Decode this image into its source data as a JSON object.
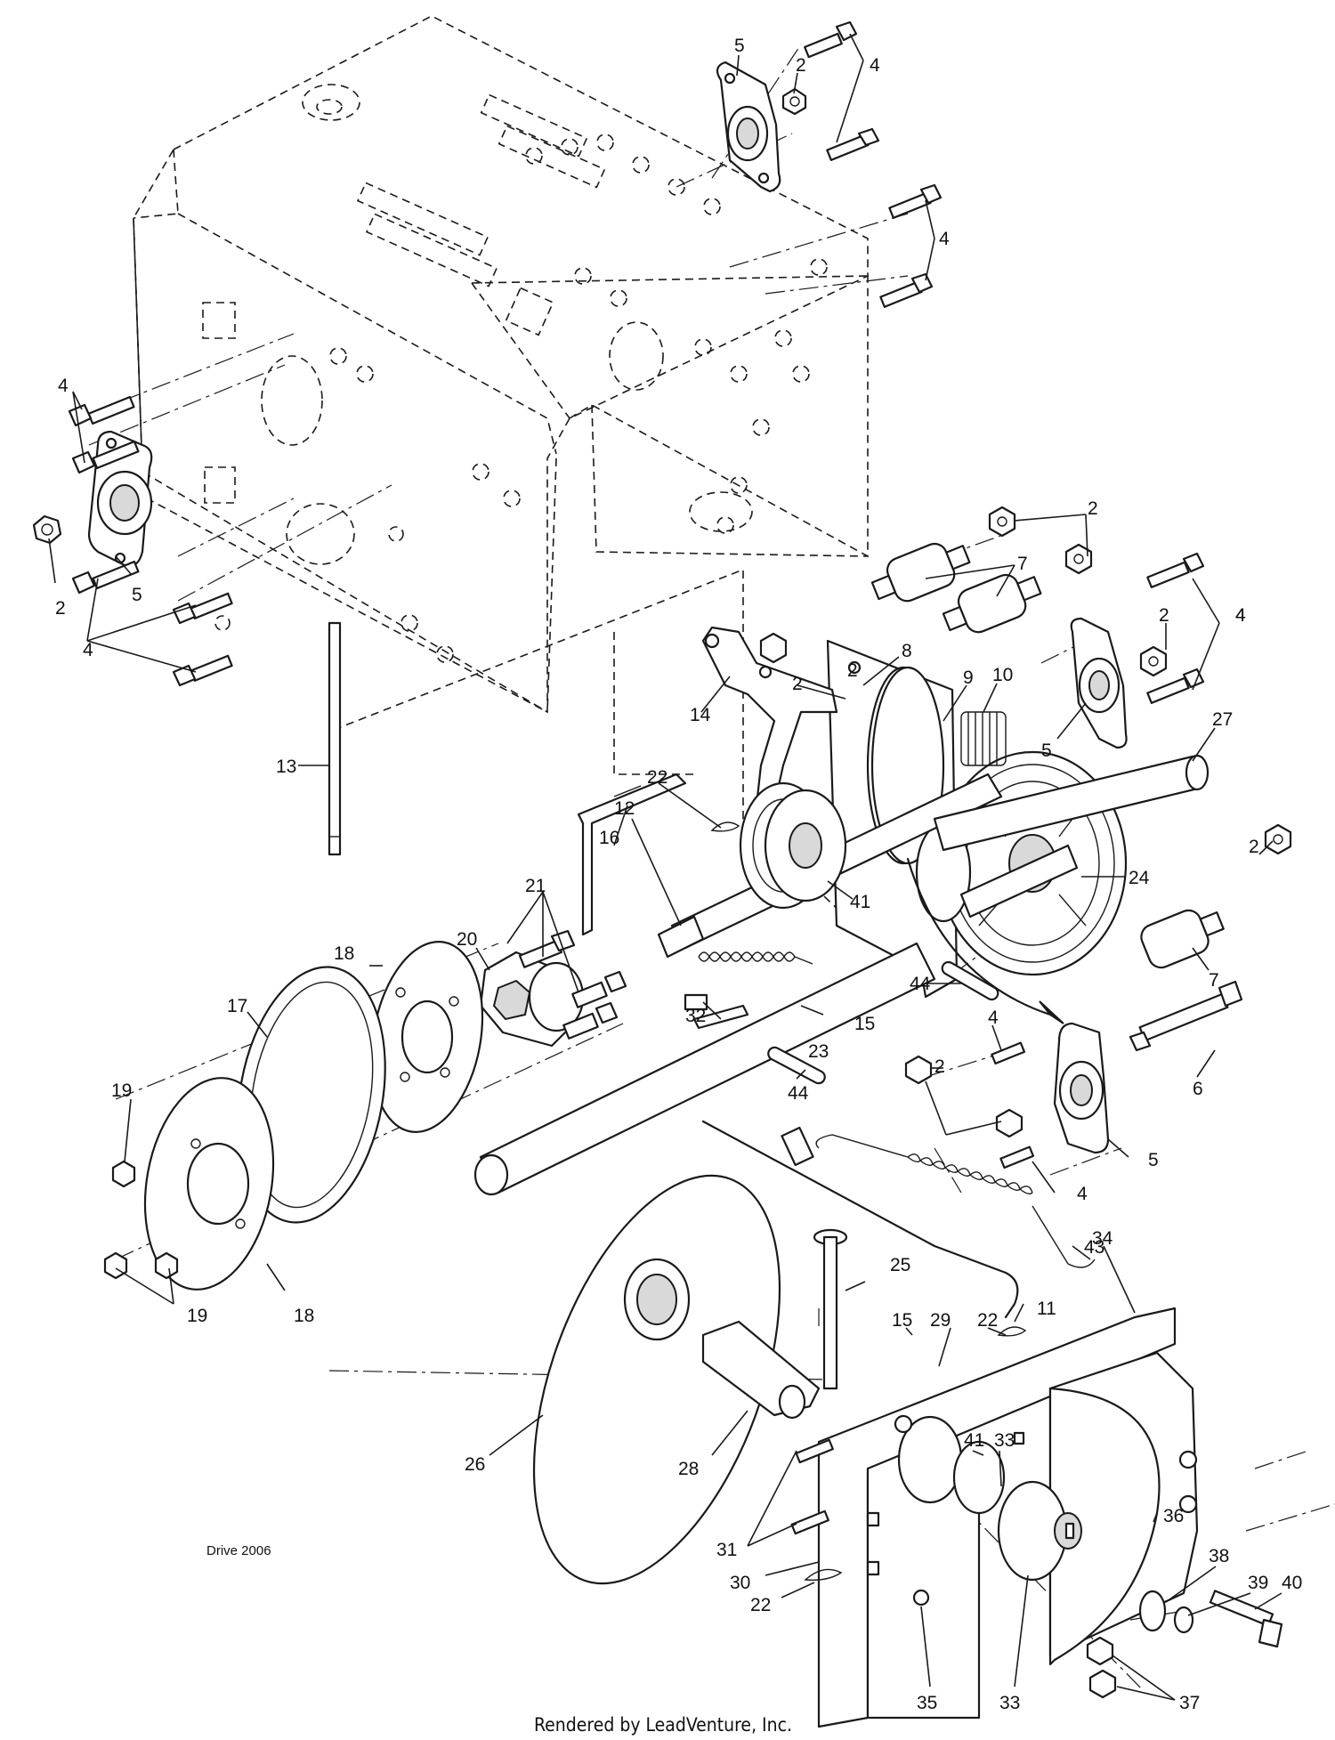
{
  "diagram": {
    "caption": "Drive 2006",
    "footer": "Rendered by LeadVenture, Inc.",
    "callouts": {
      "c1": "5",
      "c2": "2",
      "c3": "4",
      "c4": "4",
      "c5": "4",
      "c6": "4",
      "c7": "2",
      "c8": "5",
      "c9": "4",
      "c10": "2",
      "c11": "7",
      "c12": "2",
      "c13": "4",
      "c14": "5",
      "c15": "8",
      "c16": "2",
      "c17": "9",
      "c18": "10",
      "c19": "14",
      "c20": "27",
      "c21": "13",
      "c22": "22",
      "c23": "12",
      "c24": "16",
      "c25": "21",
      "c26": "20",
      "c27": "18",
      "c28": "17",
      "c29": "19",
      "c30": "41",
      "c31": "24",
      "c32": "2",
      "c33": "7",
      "c34": "32",
      "c35": "23",
      "c36": "15",
      "c37": "44",
      "c38": "4",
      "c39": "6",
      "c40": "44",
      "c41": "2",
      "c42": "5",
      "c43": "4",
      "c44": "19",
      "c45": "18",
      "c46": "25",
      "c47": "43",
      "c48": "11",
      "c49": "34",
      "c50": "15",
      "c51": "29",
      "c52": "22",
      "c53": "26",
      "c54": "28",
      "c55": "41",
      "c56": "33",
      "c57": "36",
      "c58": "31",
      "c59": "30",
      "c60": "38",
      "c61": "39",
      "c62": "40",
      "c63": "22",
      "c64": "35",
      "c65": "33",
      "c66": "37",
      "c67": "2"
    }
  }
}
